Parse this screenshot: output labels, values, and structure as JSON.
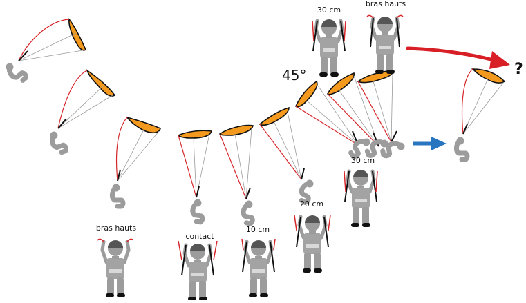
{
  "angle_label": "45°",
  "question_mark": "?",
  "brake_labels": {
    "bras_hauts_low": "bras hauts",
    "contact": "contact",
    "cm10": "10 cm",
    "cm20": "20 cm",
    "cm30_low": "30 cm",
    "cm30_top": "30 cm",
    "bras_hauts_top": "bras hauts"
  },
  "colors": {
    "wing": "#f39a1e",
    "line_red": "#d6262a",
    "line_grey": "#9a9a9a",
    "pilot": "#9c9c9c",
    "arrow_red": "#d81f26",
    "arrow_blue": "#2a75bf"
  },
  "icons": [
    "paraglider-wing-icon",
    "pilot-front-icon",
    "pilot-side-icon",
    "red-arrow-icon",
    "blue-arrow-icon"
  ]
}
